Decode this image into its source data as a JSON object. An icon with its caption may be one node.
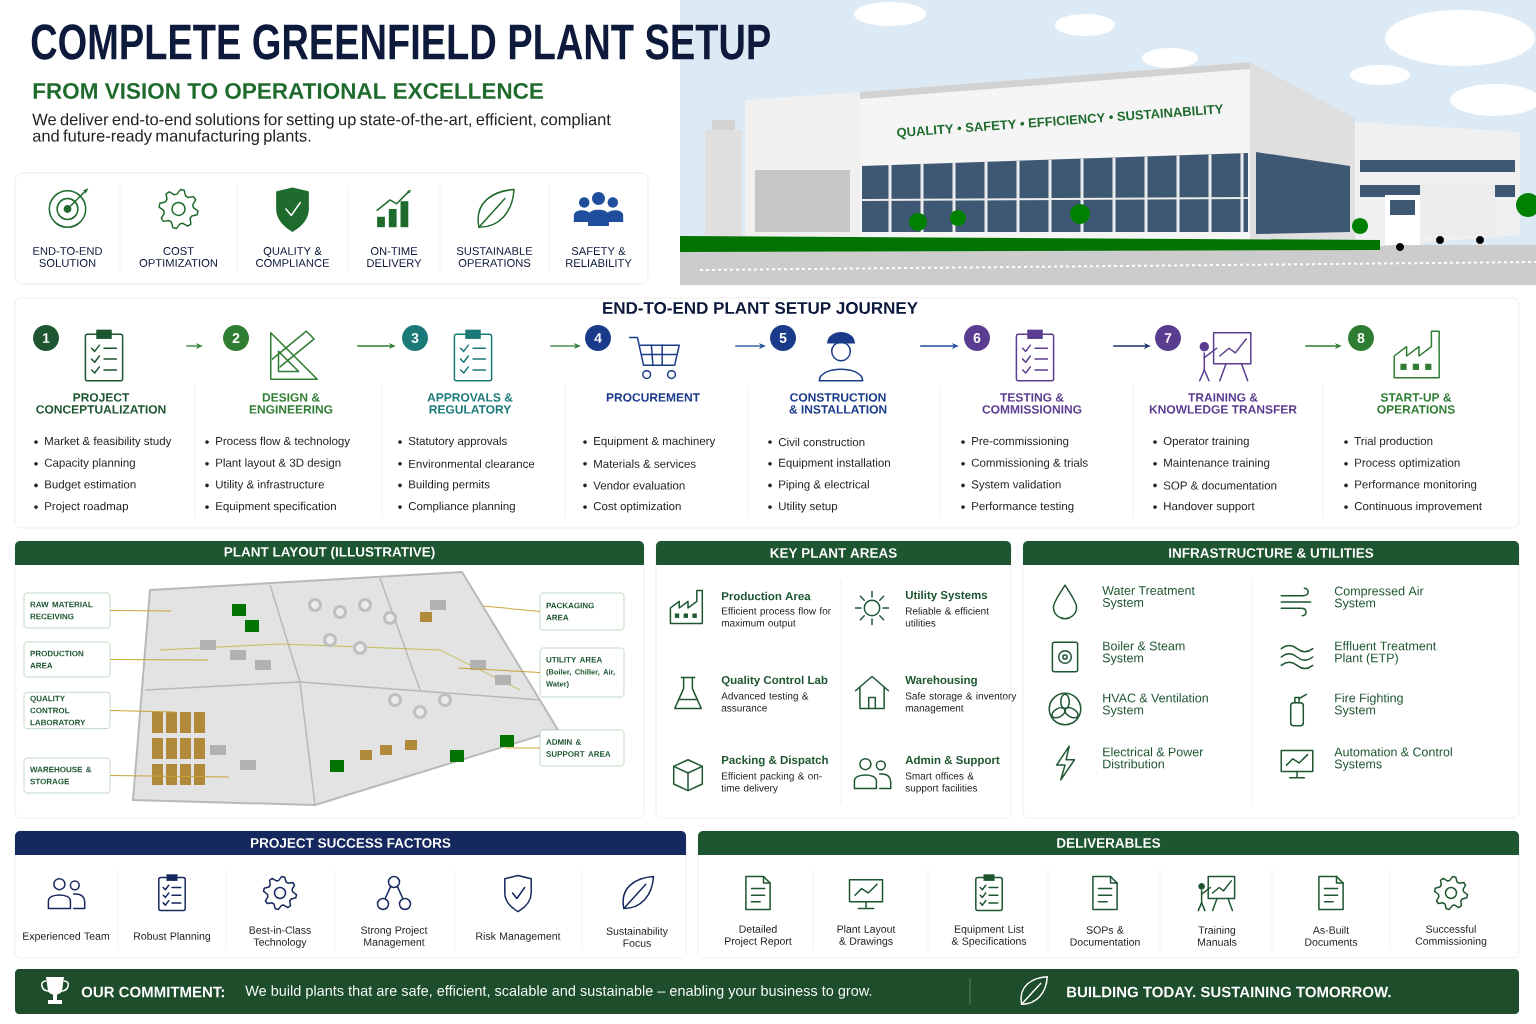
{
  "diagram": {
    "title": "COMPLETE GREENFIELD PLANT SETUP",
    "nodes": [
      {
        "text": [],
        "shape": "box"
      },
      {
        "text": [
          "END-TO-END SOLUTION"
        ],
        "in": 0
      },
      {
        "text": [
          "COST OPTIMIZATION"
        ],
        "in": 0
      },
      {
        "text": [
          "QUALITY & COMPLIANCE"
        ],
        "in": 0
      },
      {
        "text": [
          "ON-TIME DELIVERY"
        ],
        "in": 0
      },
      {
        "text": [
          "SUSTAINABLE OPERATIONS"
        ],
        "in": 0
      },
      {
        "text": [
          "SAFETY & RELIABILITY"
        ],
        "in": 0
      },
      {
        "text": [
          "END-TO-END PLANT SETUP JOURNEY"
        ]
      },
      {
        "text": [
          "1",
          "PROJECT CONCEPTUALIZATION",
          "Market & feasibility study",
          "Capacity planning",
          "Budget estimation",
          "Project roadmap"
        ],
        "in": 7
      },
      {
        "text": [
          "2",
          "DESIGN & ENGINEERING",
          "Process flow & technology",
          "Plant layout & 3D design",
          "Utility & infrastructure",
          "Equipment specification"
        ],
        "in": 7
      },
      {
        "text": [
          "3",
          "APPROVALS & REGULATORY",
          "Statutory approvals",
          "Environmental clearance",
          "Building permits",
          "Compliance planning"
        ],
        "in": 7
      },
      {
        "text": [
          "4",
          "PROCUREMENT",
          "Equipment & machinery",
          "Materials & services",
          "Vendor evaluation",
          "Cost optimization"
        ],
        "in": 7
      },
      {
        "text": [
          "5",
          "CONSTRUCTION & INSTALLATION",
          "Civil construction",
          "Equipment installation",
          "Piping & electrical",
          "Utility setup"
        ],
        "in": 7
      },
      {
        "text": [
          "6",
          "TESTING & COMMISSIONING",
          "Pre-commissioning",
          "Commissioning & trials",
          "System validation",
          "Performance testing"
        ],
        "in": 7
      },
      {
        "text": [
          "7",
          "TRAINING & KNOWLEDGE TRANSFER",
          "Operator training",
          "Maintenance training",
          "SOP & documentation",
          "Handover support"
        ],
        "in": 7
      },
      {
        "text": [
          "8",
          "START-UP & OPERATIONS",
          "Trial production",
          "Process optimization",
          "Performance monitoring",
          "Continuous improvement"
        ],
        "in": 7
      },
      {
        "text": [
          "PLANT LAYOUT (ILLUSTRATIVE)"
        ]
      },
      {
        "text": [
          "RAW MATERIAL RECEIVING"
        ],
        "in": 16
      },
      {
        "text": [
          "PRODUCTION AREA"
        ],
        "in": 16
      },
      {
        "text": [
          "QUALITY CONTROL LABORATORY"
        ],
        "in": 16
      },
      {
        "text": [
          "WAREHOUSE & STORAGE"
        ],
        "in": 16
      },
      {
        "text": [
          "PACKAGING AREA"
        ],
        "in": 16
      },
      {
        "text": [
          "UTILITY AREA",
          "(Boiler, Chiller, Air, Water)"
        ],
        "in": 16
      },
      {
        "text": [
          "ADMIN & SUPPORT AREA"
        ],
        "in": 16
      },
      {
        "text": [
          "KEY PLANT AREAS"
        ]
      },
      {
        "text": [
          "Production Area",
          "Efficient process flow for maximum output"
        ],
        "in": 24
      },
      {
        "text": [
          "Utility Systems",
          "Reliable & efficient utilities"
        ],
        "in": 24
      },
      {
        "text": [
          "Quality Control Lab",
          "Advanced testing & assurance"
        ],
        "in": 24
      },
      {
        "text": [
          "Warehousing",
          "Safe storage & inventory management"
        ],
        "in": 24
      },
      {
        "text": [
          "Packing & Dispatch",
          "Efficient packing & on-time delivery"
        ],
        "in": 24
      },
      {
        "text": [
          "Admin & Support",
          "Smart offices & support facilities"
        ],
        "in": 24
      },
      {
        "text": [
          "INFRASTRUCTURE & UTILITIES"
        ]
      },
      {
        "text": [
          "Water Treatment System"
        ],
        "in": 31
      },
      {
        "text": [
          "Compressed Air System"
        ],
        "in": 31
      },
      {
        "text": [
          "Boiler & Steam System"
        ],
        "in": 31
      },
      {
        "text": [
          "Effluent Treatment Plant (ETP)"
        ],
        "in": 31
      },
      {
        "text": [
          "HVAC & Ventilation System"
        ],
        "in": 31
      },
      {
        "text": [
          "Fire Fighting System"
        ],
        "in": 31
      },
      {
        "text": [
          "Electrical & Power Distribution"
        ],
        "in": 31
      },
      {
        "text": [
          "Automation & Control Systems"
        ],
        "in": 31
      },
      {
        "text": [
          "PROJECT SUCCESS FACTORS"
        ]
      },
      {
        "text": [
          "Experienced Team"
        ],
        "in": 40
      },
      {
        "text": [
          "Robust Planning"
        ],
        "in": 40
      },
      {
        "text": [
          "Best-in-Class Technology"
        ],
        "in": 40
      },
      {
        "text": [
          "Strong Project Management"
        ],
        "in": 40
      },
      {
        "text": [
          "Risk Management"
        ],
        "in": 40
      },
      {
        "text": [
          "Sustainability Focus"
        ],
        "in": 40
      },
      {
        "text": [
          "DELIVERABLES"
        ]
      },
      {
        "text": [
          "Detailed Project Report"
        ],
        "in": 47
      },
      {
        "text": [
          "Plant Layout & Drawings"
        ],
        "in": 47
      },
      {
        "text": [
          "Equipment List & Specifications"
        ],
        "in": 47
      },
      {
        "text": [
          "SOPs & Documentation"
        ],
        "in": 47
      },
      {
        "text": [
          "Training Manuals"
        ],
        "in": 47
      },
      {
        "text": [
          "As-Built Documents"
        ],
        "in": 47
      },
      {
        "text": [
          "Successful Commissioning"
        ],
        "in": 47
      },
      {
        "text": [
          "OUR COMMITMENT:",
          "We build plants that are safe, efficient, scalable and sustainable – enabling your business to grow.",
          "BUILDING TODAY. SUSTAINING TOMORROW."
        ]
      }
    ],
    "edges": [
      {
        "from": 8,
        "to": 9,
        "arrow": "to",
        "color": "#2e7d32"
      },
      {
        "from": 9,
        "to": 10,
        "arrow": "to",
        "color": "#2e7d32"
      },
      {
        "from": 10,
        "to": 11,
        "arrow": "to",
        "color": "#2e7d32"
      },
      {
        "from": 11,
        "to": 12,
        "arrow": "to",
        "color": "#1f4e9c"
      },
      {
        "from": 12,
        "to": 13,
        "arrow": "to",
        "color": "#1f4e9c"
      },
      {
        "from": 13,
        "to": 14,
        "arrow": "to",
        "color": "#1b2f6b"
      },
      {
        "from": 14,
        "to": 15,
        "arrow": "to",
        "color": "#2e7d32"
      },
      {
        "from": 17,
        "to": null,
        "arrow": "none",
        "color": "#c9a33a"
      },
      {
        "from": 18,
        "to": null,
        "arrow": "none",
        "color": "#c9a33a"
      },
      {
        "from": 19,
        "to": null,
        "arrow": "none",
        "color": "#c9a33a"
      },
      {
        "from": 20,
        "to": null,
        "arrow": "none",
        "color": "#c9a33a"
      },
      {
        "from": 21,
        "to": null,
        "arrow": "none",
        "color": "#c9a33a"
      },
      {
        "from": 22,
        "to": null,
        "arrow": "none",
        "color": "#c9a33a"
      },
      {
        "from": 23,
        "to": null,
        "arrow": "none",
        "color": "#c9a33a"
      }
    ],
    "labels": [
      "FROM VISION TO OPERATIONAL EXCELLENCE",
      "We deliver end-to-end solutions for setting up state-of-the-art, efficient, compliant and future-ready manufacturing plants.",
      "QUALITY • SAFETY • EFFICIENCY • SUSTAINABILITY"
    ]
  }
}
